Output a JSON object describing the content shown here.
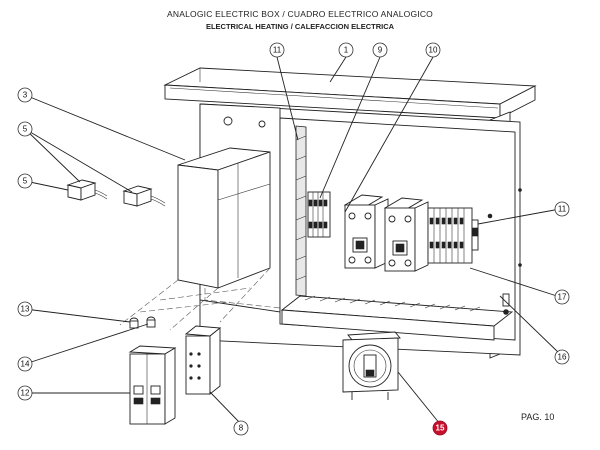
{
  "header": {
    "title": "ANALOGIC ELECTRIC BOX / CUADRO ELECTRICO ANALOGICO",
    "subtitle": "ELECTRICAL HEATING / CALEFACCION ELECTRICA"
  },
  "page": {
    "label": "PAG. 10"
  },
  "callouts": [
    {
      "id": "c1",
      "label": "1"
    },
    {
      "id": "c3",
      "label": "3"
    },
    {
      "id": "c5a",
      "label": "5"
    },
    {
      "id": "c5b",
      "label": "5"
    },
    {
      "id": "c8",
      "label": "8"
    },
    {
      "id": "c9",
      "label": "9"
    },
    {
      "id": "c10",
      "label": "10"
    },
    {
      "id": "c11a",
      "label": "11"
    },
    {
      "id": "c11b",
      "label": "11"
    },
    {
      "id": "c12",
      "label": "12"
    },
    {
      "id": "c13",
      "label": "13"
    },
    {
      "id": "c14",
      "label": "14"
    },
    {
      "id": "c15",
      "label": "15",
      "highlight": true
    },
    {
      "id": "c16",
      "label": "16"
    },
    {
      "id": "c17",
      "label": "17"
    }
  ],
  "colors": {
    "highlight": "#c8102e",
    "line": "#222222"
  }
}
